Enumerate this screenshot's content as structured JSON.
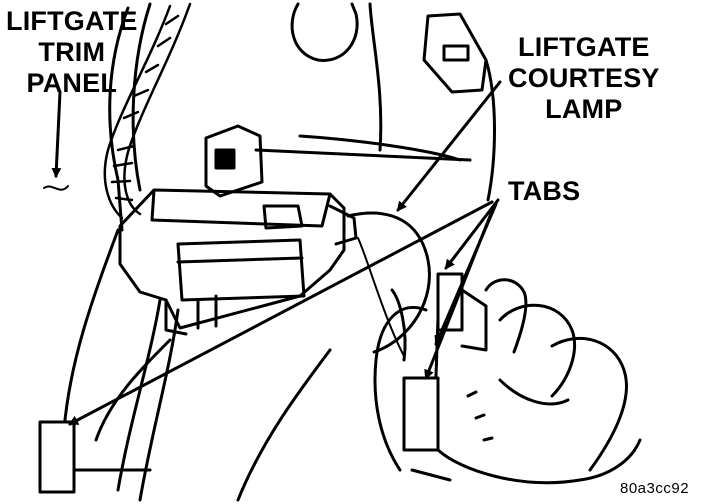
{
  "labels": {
    "trim_panel": [
      "LIFTGATE",
      "TRIM",
      "PANEL"
    ],
    "courtesy_lamp": [
      "LIFTGATE",
      "COURTESY",
      "LAMP"
    ],
    "tabs": "TABS"
  },
  "figure_id": "80a3cc92",
  "colors": {
    "ink": "#000000",
    "paper": "#ffffff"
  }
}
